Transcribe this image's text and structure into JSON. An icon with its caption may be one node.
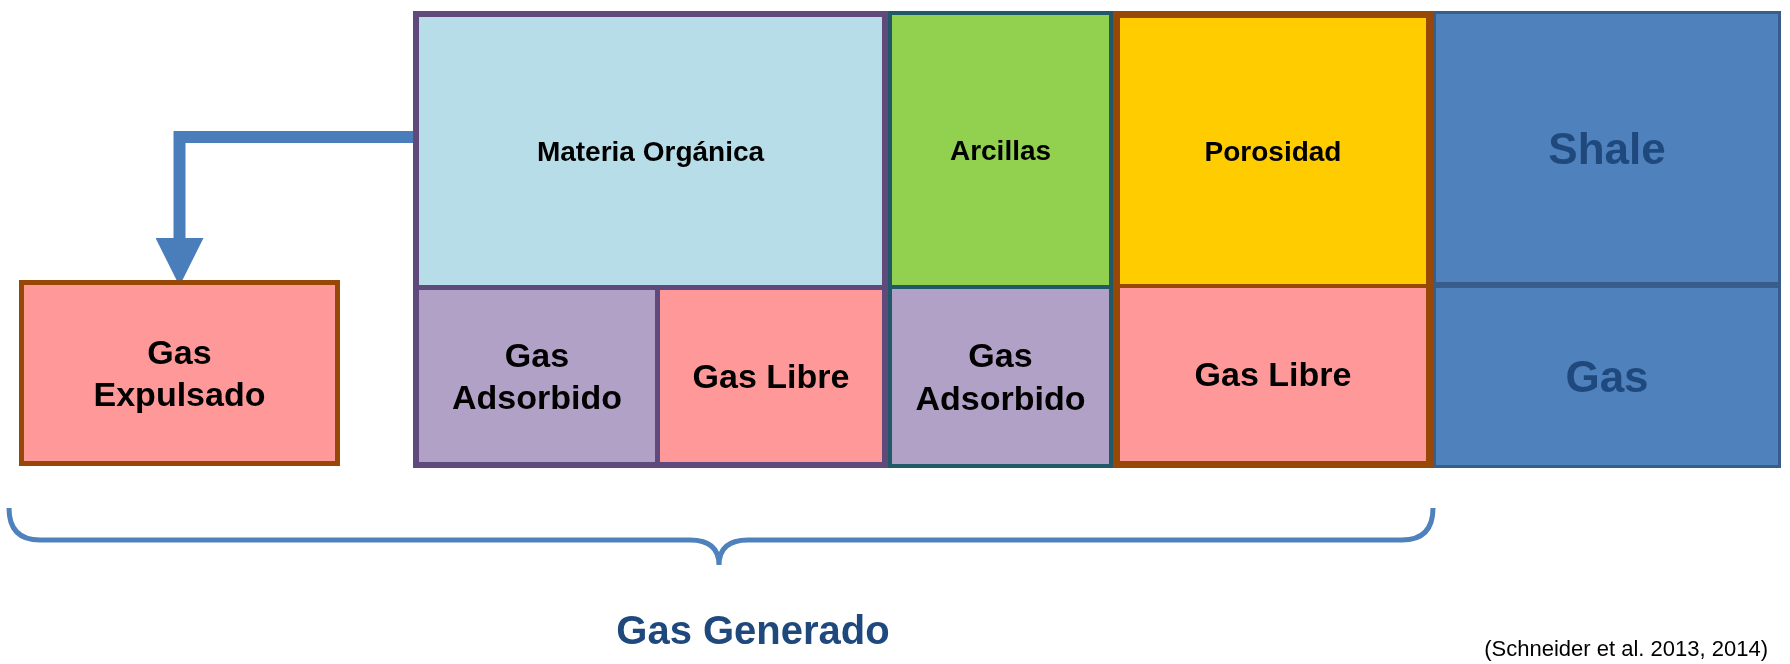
{
  "diagram": {
    "nodes": [
      {
        "text": [
          "Gas Expulsado"
        ]
      },
      {
        "text": [
          "Materia Orgánica"
        ]
      },
      {
        "text": [
          "Gas Adsorbido"
        ],
        "in": 1
      },
      {
        "text": [
          "Gas Libre"
        ],
        "in": 1
      },
      {
        "text": [
          "Arcillas"
        ]
      },
      {
        "text": [
          "Gas Adsorbido"
        ],
        "in": 4
      },
      {
        "text": [
          "Porosidad"
        ]
      },
      {
        "text": [
          "Gas Libre"
        ],
        "in": 6
      },
      {
        "text": [
          "Shale"
        ]
      },
      {
        "text": [
          "Gas"
        ]
      }
    ],
    "edges": [
      {
        "from": 1,
        "to": 0,
        "arrow": "to"
      }
    ],
    "labels": [
      "Gas Generado",
      "(Schneider et al. 2013, 2014)"
    ]
  }
}
